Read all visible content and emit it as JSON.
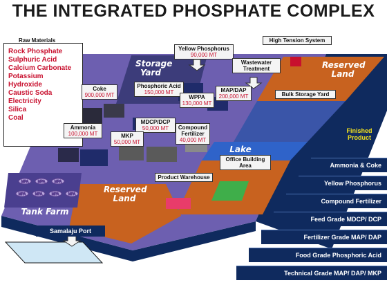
{
  "title": "THE INTEGRATED PHOSPHATE COMPLEX",
  "raw_materials": {
    "heading": "Raw Materials",
    "items": [
      "Rock Phosphate",
      "Sulphuric Acid",
      "Calcium Carbonate",
      "Potassium",
      "Hydroxide",
      "Caustic Soda",
      "Electricity",
      "Silica",
      "Coal"
    ]
  },
  "facilities": {
    "yellow_phosphorus": {
      "name": "Yellow Phosphorus",
      "qty": "90,000 MT"
    },
    "high_tension": {
      "name": "High Tension System"
    },
    "wastewater": {
      "name": "Wastewater Treatment"
    },
    "coke": {
      "name": "Coke",
      "qty": "900,000 MT"
    },
    "phosphoric_acid": {
      "name": "Phosphoric Acid",
      "qty": "150,000 MT"
    },
    "wppa": {
      "name": "WPPA",
      "qty": "130,000 MT"
    },
    "map_dap": {
      "name": "MAP/DAP",
      "qty": "200,000 MT"
    },
    "bulk_storage": {
      "name": "Bulk Storage Yard"
    },
    "ammonia": {
      "name": "Ammonia",
      "qty": "100,000 MT"
    },
    "mdcp_dcp": {
      "name": "MDCP/DCP",
      "qty": "50,000 MT"
    },
    "compound_fertilizer": {
      "name": "Compound Fertilizer",
      "qty": "40,000 MT"
    },
    "mkp": {
      "name": "MKP",
      "qty": "50,000 MT"
    },
    "office": {
      "name": "Office Building Area"
    },
    "product_warehouse": {
      "name": "Product Warehouse"
    }
  },
  "zones": {
    "storage_yard": "Storage Yard",
    "reserved_land_top": "Reserved Land",
    "lake": "Lake",
    "reserved_land_bottom": "Reserved Land",
    "tank_farm": "Tank Farm"
  },
  "tank_label": "MPA",
  "port": "Samalaju Port",
  "finished_product": {
    "heading": "Finished Product",
    "items": [
      "Ammonia & Coke",
      "Yellow Phosphorus",
      "Compound Fertilizer",
      "Feed Grade MDCP/ DCP",
      "Fertilizer Grade MAP/ DAP",
      "Food Grade Phosphoric Acid",
      "Technical Grade MAP/ DAP/ MKP"
    ]
  },
  "colors": {
    "navy": "#0f2a5e",
    "purple": "#6d5fb0",
    "orange": "#c8621f",
    "red": "#c8102e",
    "yellow": "#f2e21d"
  }
}
